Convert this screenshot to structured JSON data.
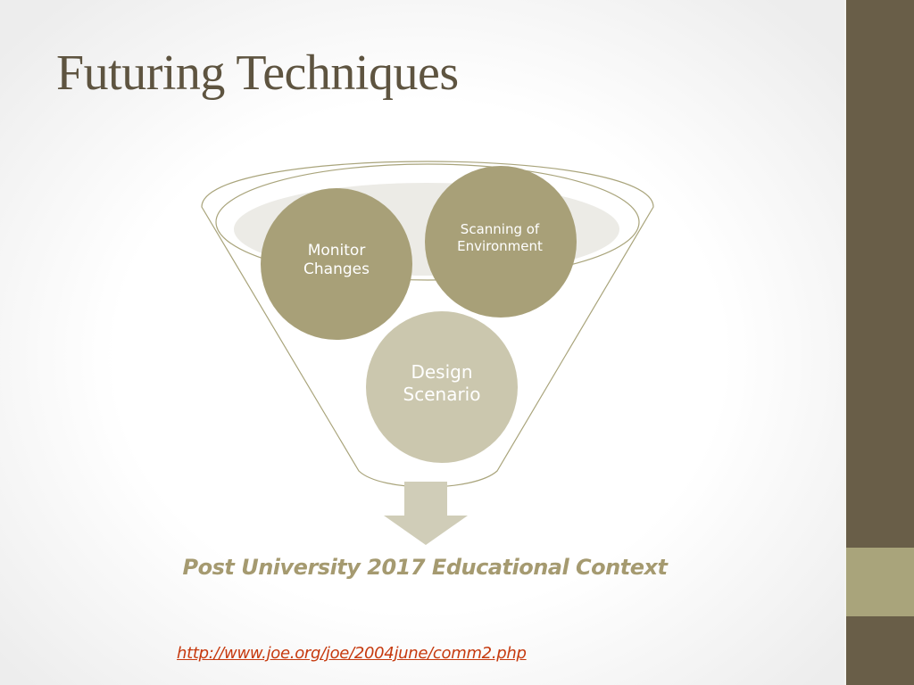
{
  "slide": {
    "title": "Futuring Techniques"
  },
  "diagram": {
    "type": "funnel",
    "items": [
      {
        "label": "Monitor Changes",
        "line1": "Monitor",
        "line2": "Changes"
      },
      {
        "label": "Scanning of Environment",
        "line1": "Scanning of",
        "line2": "Environment"
      },
      {
        "label": "Design Scenario",
        "line1": "Design",
        "line2": "Scenario"
      }
    ],
    "output_text": "Post University 2017 Educational Context"
  },
  "source": {
    "url": "http://www.joe.org/joe/2004june/comm2.php"
  },
  "colors": {
    "sidebar": "#695e48",
    "sidebar_accent": "#a9a47b",
    "title": "#5e5440",
    "circle_dark": "#a8a078",
    "circle_light": "#cbc7ae",
    "funnel_line": "#a9a47b",
    "arrow": "#d0cdb8",
    "output_text": "#a59a70",
    "link": "#c63a0f"
  }
}
